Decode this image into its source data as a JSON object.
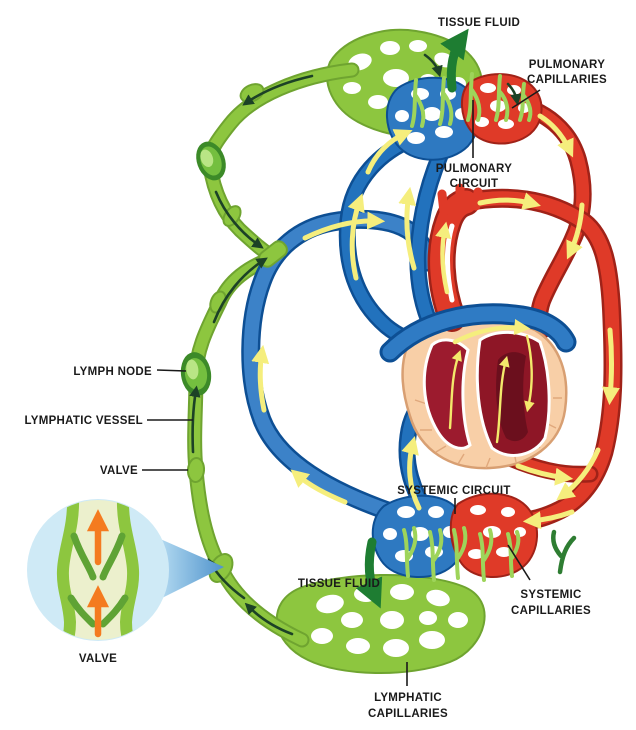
{
  "labels": {
    "tissue_fluid_top": "TISSUE FLUID",
    "pulmonary_capillaries": [
      "PULMONARY",
      "CAPILLARIES"
    ],
    "pulmonary_circuit": [
      "PULMONARY",
      "CIRCUIT"
    ],
    "lymph_node": "LYMPH NODE",
    "lymphatic_vessel": "LYMPHATIC  VESSEL",
    "valve": "VALVE",
    "inset_valve": "VALVE",
    "systemic_circuit": "SYSTEMIC CIRCUIT",
    "tissue_fluid_bottom": "TISSUE FLUID",
    "systemic_capillaries": [
      "SYSTEMIC",
      "CAPILLARIES"
    ],
    "lymphatic_capillaries": [
      "LYMPHATIC",
      "CAPILLARIES"
    ]
  },
  "colors": {
    "lymph_green": "#8dc63f",
    "lymph_green_edge": "#6fa430",
    "lymph_finger_green": "#9ed45a",
    "tissue_fluid_arrow_green": "#1e7d32",
    "lymph_flow_arrow_dark": "#1c4226",
    "vein_blue_dark": "#1262b3",
    "vein_blue_mid": "#2272bd",
    "vein_blue_light": "#5b9bd5",
    "artery_red": "#df3a28",
    "artery_red_dark": "#a02218",
    "flow_arrow_yellow": "#f5ee7d",
    "heart_muscle_peach": "#f8cfa7",
    "heart_chamber_red": "#9c1b2e",
    "magnifier_fill_blue": "#cfeaf6",
    "valve_arrow_orange": "#f47b20",
    "label_text": "#1a1a1a"
  }
}
